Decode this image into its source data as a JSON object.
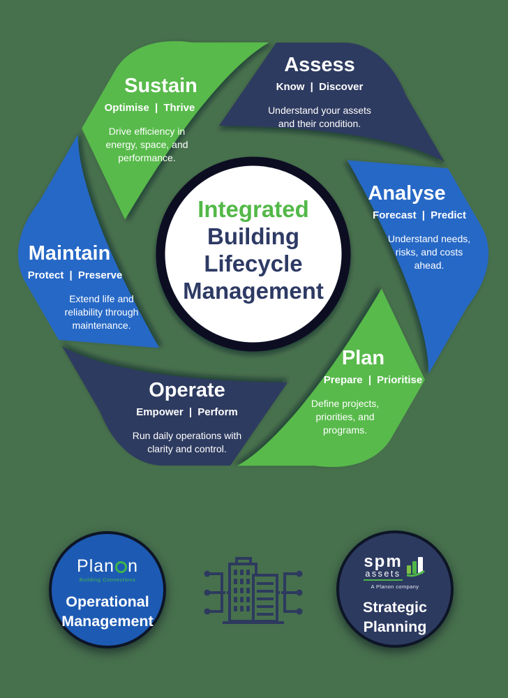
{
  "background_color": "#47704d",
  "colors": {
    "green": "#58ba4b",
    "navy": "#2d3a60",
    "blue": "#2767c6",
    "ring": "#0b1120",
    "white": "#ffffff",
    "planon_blue": "#1d5ab3",
    "accent_green": "#53b848",
    "center_navy": "#2d3a64",
    "logo_green": "#3fb549",
    "icon_navy": "#2d3a5e"
  },
  "center": {
    "line1": "Integrated",
    "line2": "Building",
    "line3": "Lifecycle",
    "line4": "Management"
  },
  "segments": [
    {
      "id": "sustain",
      "title": "Sustain",
      "keywords": "Optimise | Thrive",
      "description": "Drive efficiency in\nenergy, space, and\nperformance."
    },
    {
      "id": "assess",
      "title": "Assess",
      "keywords": "Know | Discover",
      "description": "Understand your assets\nand their condition."
    },
    {
      "id": "analyse",
      "title": "Analyse",
      "keywords": "Forecast | Predict",
      "description": "Understand needs,\nrisks, and costs\nahead."
    },
    {
      "id": "plan",
      "title": "Plan",
      "keywords": "Prepare | Prioritise",
      "description": "Define projects,\npriorities, and\nprograms."
    },
    {
      "id": "operate",
      "title": "Operate",
      "keywords": "Empower | Perform",
      "description": "Run daily operations with\nclarity and control."
    },
    {
      "id": "maintain",
      "title": "Maintain",
      "keywords": "Protect | Preserve",
      "description": "Extend life and\nreliability through\nmaintenance."
    }
  ],
  "footer": {
    "left_circle": {
      "logo_pre": "Plan",
      "logo_o": "o",
      "logo_post": "n",
      "logo_sub": "Building Connections",
      "label": "Operational\nManagement"
    },
    "right_circle": {
      "logo": "spm",
      "logo_sub": "assets",
      "logo_tagline": "A Planon company",
      "label": "Strategic\nPlanning"
    }
  }
}
